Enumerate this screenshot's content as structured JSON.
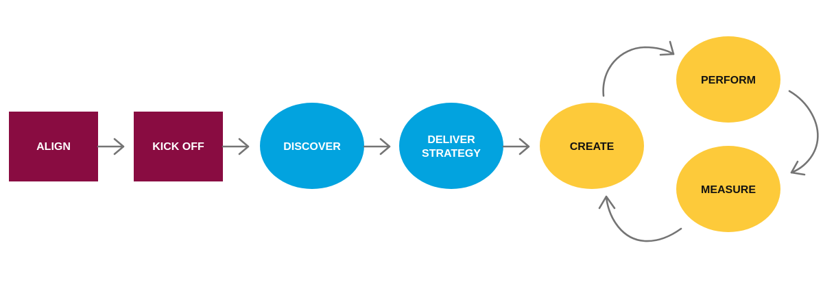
{
  "diagram": {
    "colors": {
      "stage_box": "#890c41",
      "discover_phase": "#02a3df",
      "cycle_phase": "#fdca3a",
      "arrow": "#747474",
      "light_text": "#ffffff",
      "dark_text": "#111111"
    },
    "linear_steps": [
      {
        "id": "align",
        "label": "ALIGN",
        "shape": "rect"
      },
      {
        "id": "kick-off",
        "label": "KICK OFF",
        "shape": "rect"
      },
      {
        "id": "discover",
        "label": "DISCOVER",
        "shape": "ellipse"
      },
      {
        "id": "deliver-strategy",
        "label_lines": [
          "DELIVER",
          "STRATEGY"
        ],
        "shape": "ellipse"
      }
    ],
    "cycle_steps": [
      {
        "id": "create",
        "label": "CREATE"
      },
      {
        "id": "perform",
        "label": "PERFORM"
      },
      {
        "id": "measure",
        "label": "MEASURE"
      }
    ],
    "edges": [
      [
        "align",
        "kick-off"
      ],
      [
        "kick-off",
        "discover"
      ],
      [
        "discover",
        "deliver-strategy"
      ],
      [
        "deliver-strategy",
        "create"
      ],
      [
        "create",
        "perform"
      ],
      [
        "perform",
        "measure"
      ],
      [
        "measure",
        "create"
      ]
    ]
  }
}
